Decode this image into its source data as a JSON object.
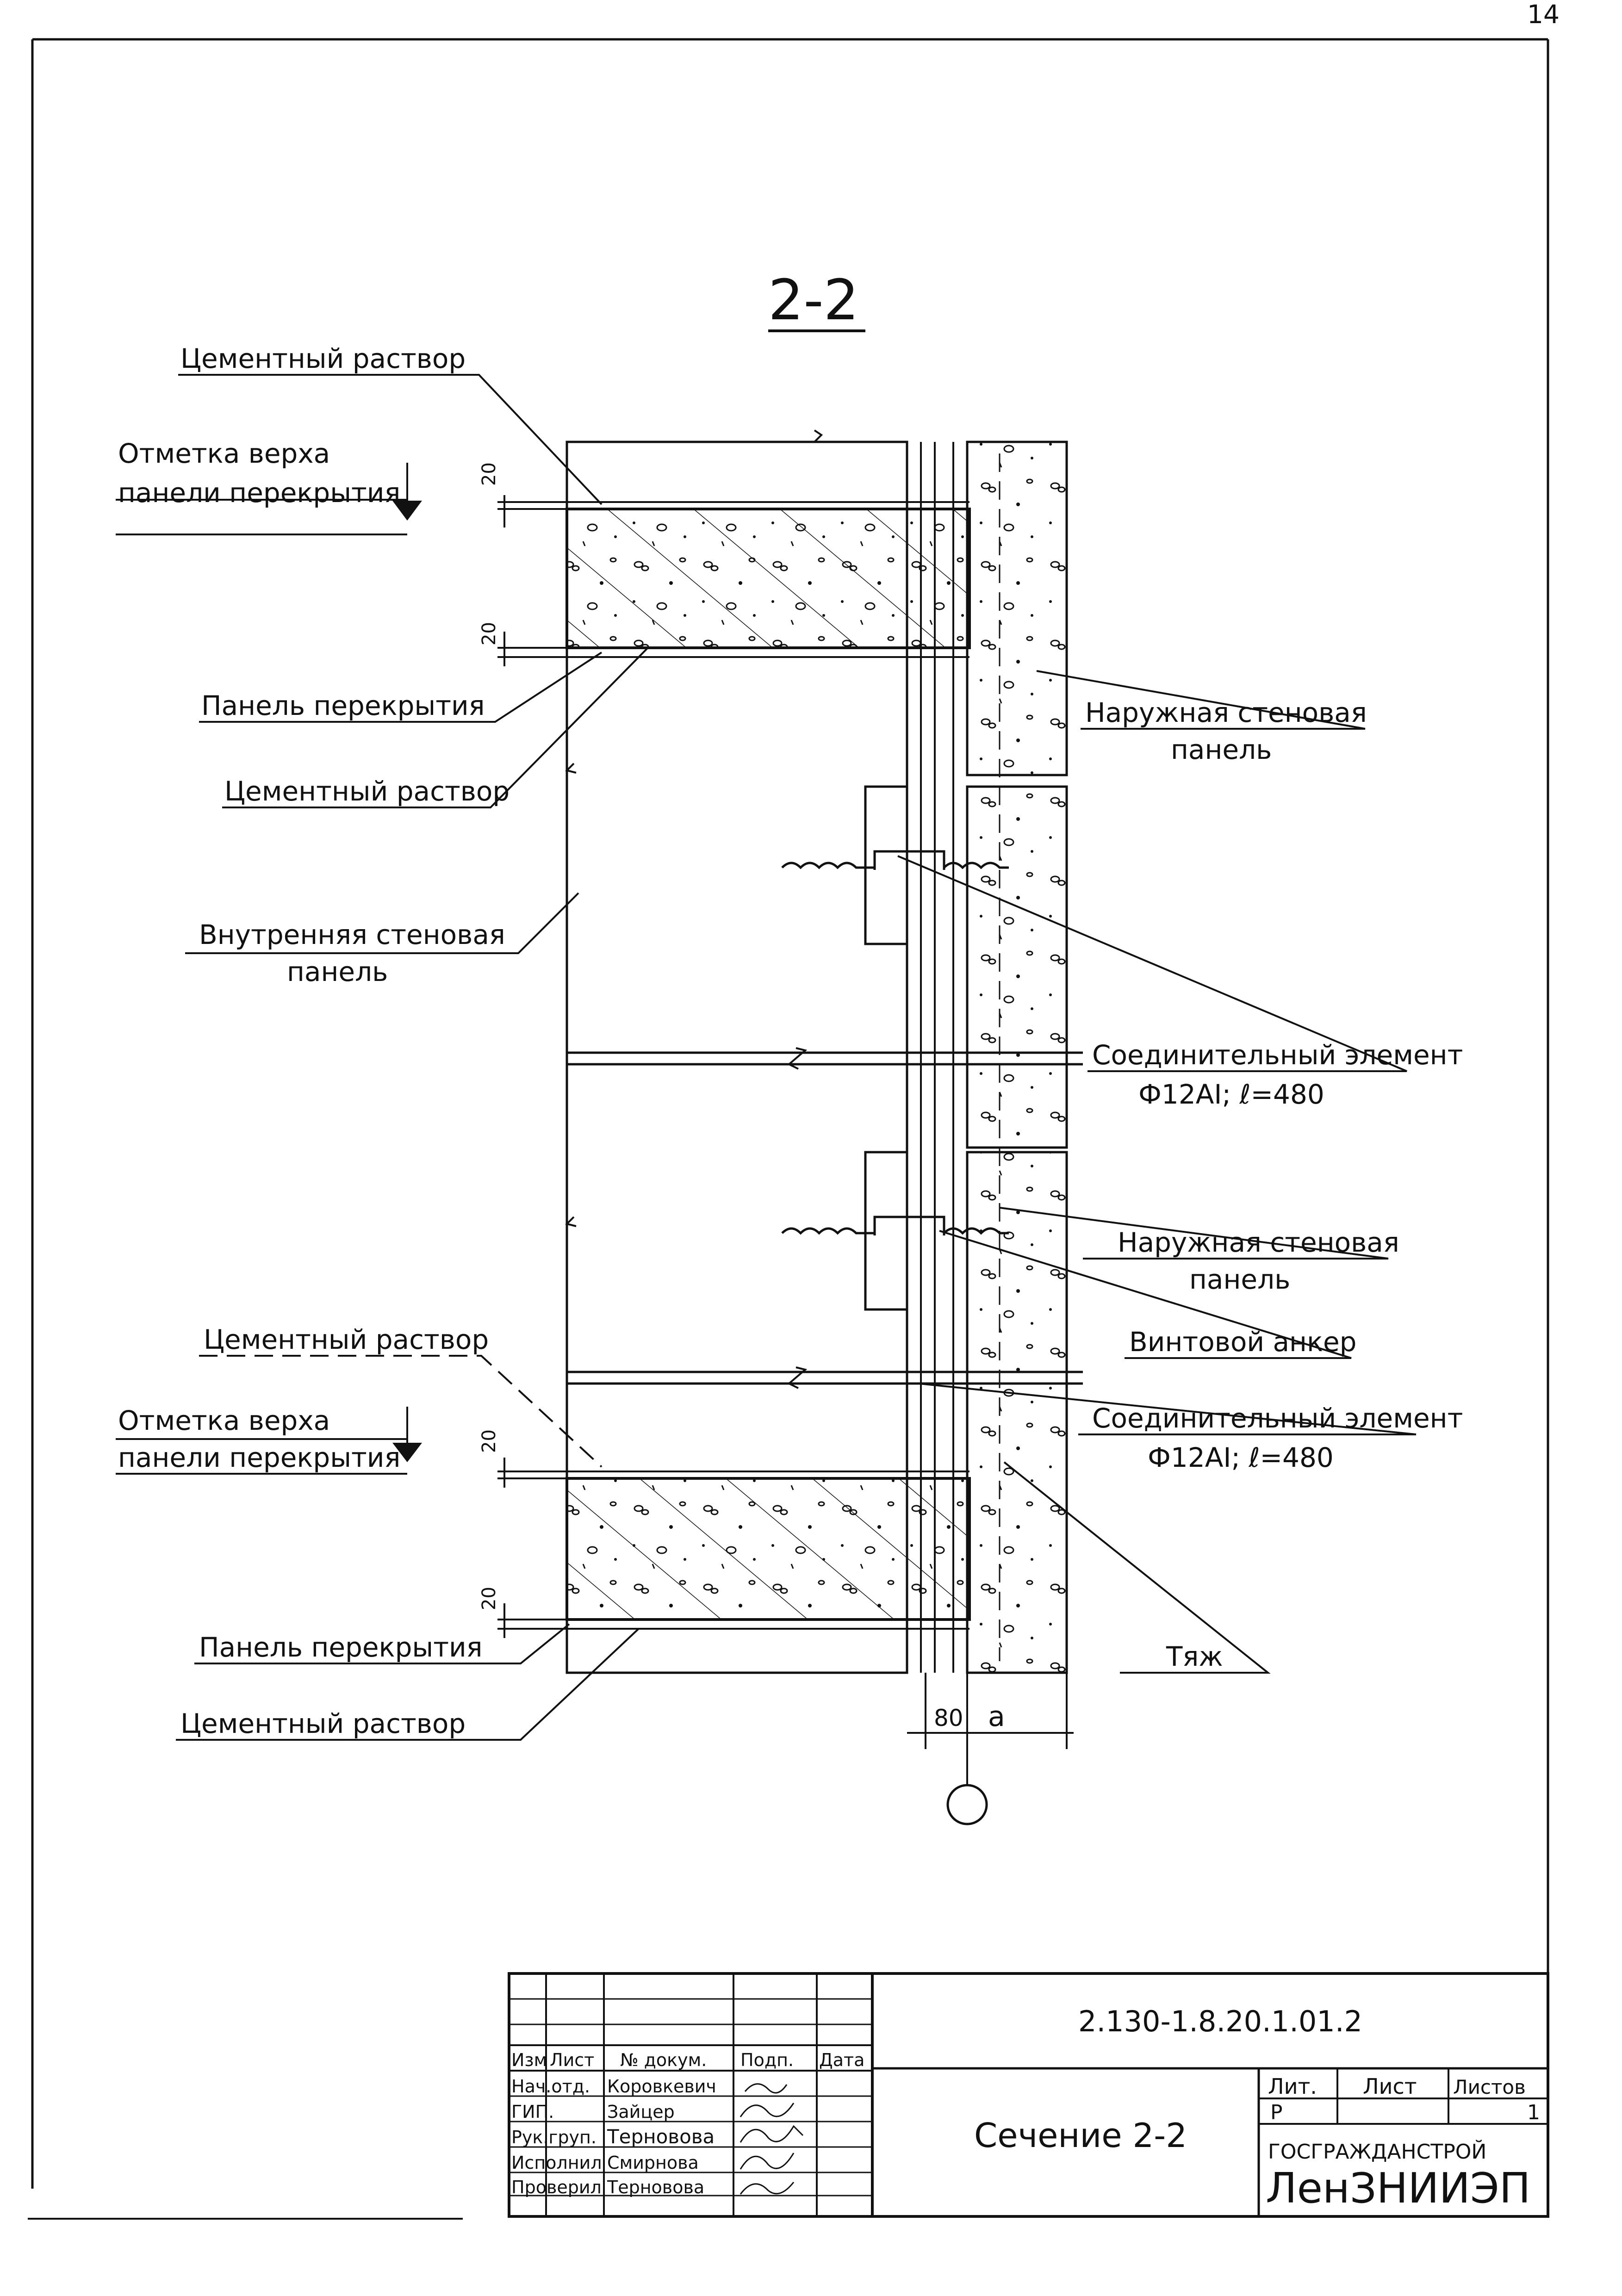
{
  "page_number": "14",
  "section": {
    "title": "2-2",
    "bubble": ""
  },
  "labels": {
    "cement_top": "Цементный раствор",
    "mark_top_1": "Отметка верха",
    "mark_top_2": "панели перекрытия",
    "slab_top": "Панель перекрытия",
    "cement_mid": "Цементный раствор",
    "inner_wall_1": "Внутренняя стеновая",
    "inner_wall_2": "панель",
    "outer_wall_top_1": "Наружная стеновая",
    "outer_wall_top_2": "панель",
    "connector_1_a": "Соединительный элемент",
    "connector_1_b": "Ф12AI; ℓ=480",
    "outer_wall_bot_1": "Наружная стеновая",
    "outer_wall_bot_2": "панель",
    "screw_anchor": "Винтовой анкер",
    "cement_bot": "Цементный раствор",
    "mark_bot_1": "Отметка верха",
    "mark_bot_2": "панели перекрытия",
    "connector_2_a": "Соединительный элемент",
    "connector_2_b": "Ф12AI; ℓ=480",
    "tie": "Тяж",
    "slab_bot": "Панель перекрытия",
    "cement_bottom_last": "Цементный раствор"
  },
  "dimensions": {
    "gap_top_1": "20",
    "gap_top_2": "20",
    "gap_bot_1": "20",
    "gap_bot_2": "20",
    "dim_80": "80",
    "dim_a": "a"
  },
  "title_block": {
    "doc_code": "2.130-1.8.20.1.01.2",
    "header": [
      "Изм",
      "Лист",
      "№ докум.",
      "Подп.",
      "Дата"
    ],
    "rows": [
      {
        "role": "Нач.отд.",
        "name": "Коровкевич"
      },
      {
        "role": "ГИП.",
        "name": "Зайцер"
      },
      {
        "role": "Рук.груп.",
        "name": "Терновова"
      },
      {
        "role": "Исполнил",
        "name": "Смирнова"
      },
      {
        "role": "Проверил",
        "name": "Терновова"
      }
    ],
    "sheet_title": "Сечение 2-2",
    "lit_label": "Лит.",
    "sheet_label": "Лист",
    "sheets_label": "Листов",
    "lit_value": "Р",
    "sheets_value": "1",
    "org_1": "ГОСГРАЖДАНСТРОЙ",
    "org_2": "ЛенЗНИИЭП"
  }
}
